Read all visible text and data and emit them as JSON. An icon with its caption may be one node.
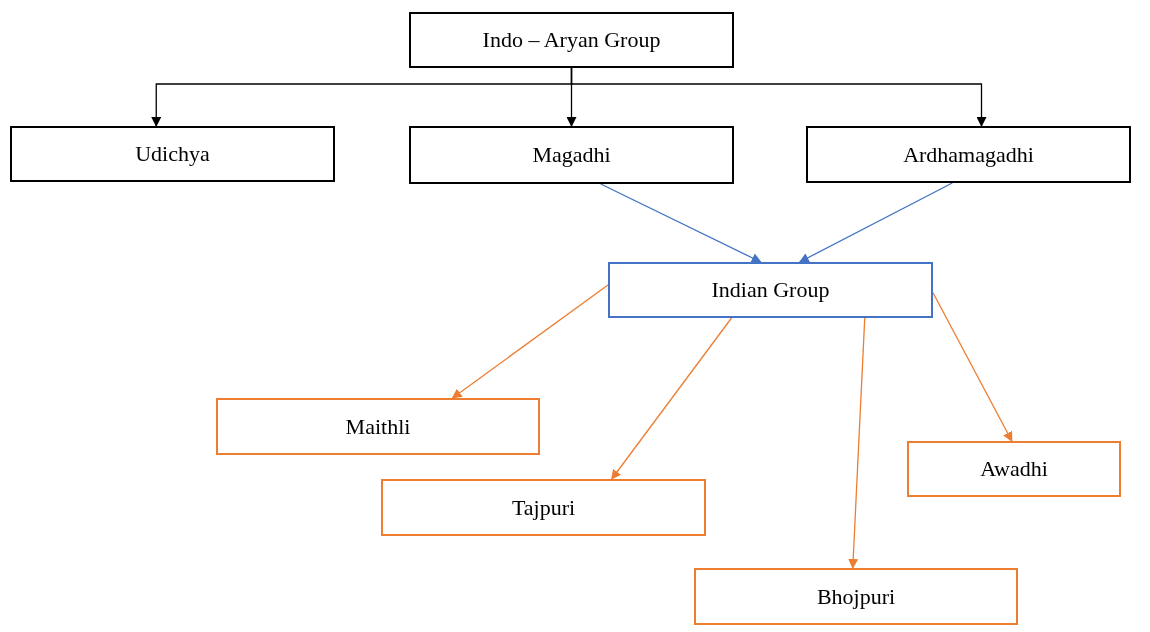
{
  "diagram": {
    "nodes": [
      {
        "text": [
          "Indo – Aryan Group"
        ]
      },
      {
        "text": [
          "Udichya"
        ]
      },
      {
        "text": [
          "Magadhi"
        ]
      },
      {
        "text": [
          "Ardhamagadhi"
        ]
      },
      {
        "text": [
          "Indian Group"
        ]
      },
      {
        "text": [
          "Maithli"
        ]
      },
      {
        "text": [
          "Tajpuri"
        ]
      },
      {
        "text": [
          "Awadhi"
        ]
      },
      {
        "text": [
          "Bhojpuri"
        ]
      }
    ],
    "edges": [
      {
        "from": 0,
        "to": 1,
        "arrow": "to",
        "color": "#000000"
      },
      {
        "from": 0,
        "to": 2,
        "arrow": "to",
        "color": "#000000"
      },
      {
        "from": 0,
        "to": 3,
        "arrow": "to",
        "color": "#000000"
      },
      {
        "from": 2,
        "to": 4,
        "arrow": "to",
        "color": "#4472c4"
      },
      {
        "from": 3,
        "to": 4,
        "arrow": "to",
        "color": "#4472c4"
      },
      {
        "from": 4,
        "to": 5,
        "arrow": "to",
        "color": "#ed7d31"
      },
      {
        "from": 4,
        "to": 6,
        "arrow": "to",
        "color": "#ed7d31"
      },
      {
        "from": 4,
        "to": 8,
        "arrow": "to",
        "color": "#ed7d31"
      },
      {
        "from": 4,
        "to": 7,
        "arrow": "to",
        "color": "#ed7d31"
      }
    ]
  }
}
